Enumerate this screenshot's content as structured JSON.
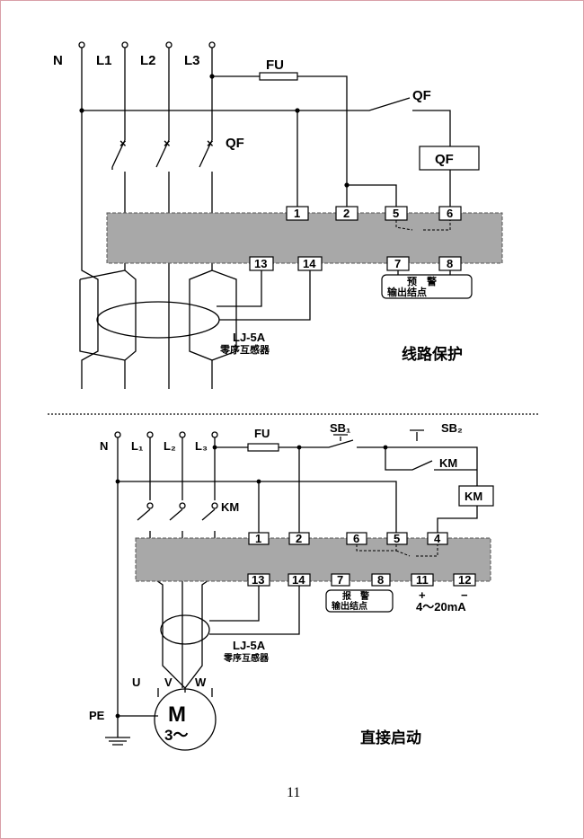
{
  "top": {
    "phase_labels": [
      "N",
      "L1",
      "L2",
      "L3"
    ],
    "fuse": "FU",
    "breaker": "QF",
    "qf_switch": "QF",
    "qf_coil": "QF",
    "terminals_top": [
      "1",
      "2",
      "5",
      "6"
    ],
    "terminals_bottom": [
      "13",
      "14",
      "7",
      "8"
    ],
    "alarm_output": [
      "预　警",
      "输出结点"
    ],
    "ct_model": "LJ-5A",
    "ct_desc": "零序互感器",
    "caption": "线路保护"
  },
  "bottom": {
    "phase_labels": [
      "N",
      "L₁",
      "L₂",
      "L₃"
    ],
    "fuse": "FU",
    "sb1": "SB₁",
    "sb2": "SB₂",
    "km_contact": "KM",
    "km_coil": "KM",
    "km_main": "KM",
    "terminals_top": [
      "1",
      "2",
      "6",
      "5",
      "4"
    ],
    "terminals_bottom": [
      "13",
      "14",
      "7",
      "8",
      "11",
      "12"
    ],
    "alarm_output": [
      "报　警",
      "输出结点"
    ],
    "analog_plus": "+",
    "analog_minus": "−",
    "analog_range": "4～20mA",
    "ct_model": "LJ-5A",
    "ct_desc": "零序互感器",
    "motor_phases": [
      "U",
      "V",
      "W"
    ],
    "motor_m": "M",
    "motor_3": "3～",
    "pe": "PE",
    "caption": "直接启动"
  },
  "page_number": "11",
  "colors": {
    "module_fill": "#a8a8a8",
    "border": "#d9a0a8"
  }
}
